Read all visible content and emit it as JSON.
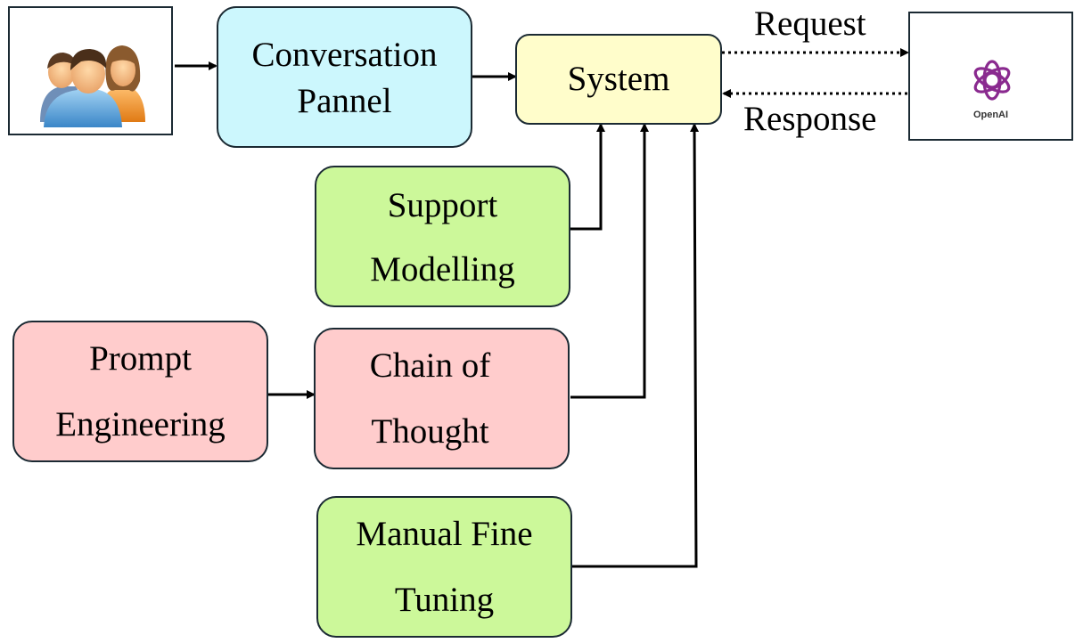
{
  "nodes": {
    "conversation": {
      "line1": "Conversation",
      "line2": "Pannel",
      "color": "#ccf7fd"
    },
    "system": {
      "label": "System",
      "color": "#fffdcb"
    },
    "support": {
      "line1": "Support",
      "line2": "Modelling",
      "color": "#ccf89a"
    },
    "prompt": {
      "line1": "Prompt",
      "line2": "Engineering",
      "color": "#ffcccc"
    },
    "chain": {
      "line1": "Chain of",
      "line2": "Thought",
      "color": "#ffcccc"
    },
    "manual": {
      "line1": "Manual Fine",
      "line2": "Tuning",
      "color": "#ccf89a"
    }
  },
  "edges": {
    "request": "Request",
    "response": "Response"
  },
  "openai": {
    "logo_text": "OpenAI",
    "color": "#8a2a8f"
  },
  "users_icon": "users-group-icon"
}
